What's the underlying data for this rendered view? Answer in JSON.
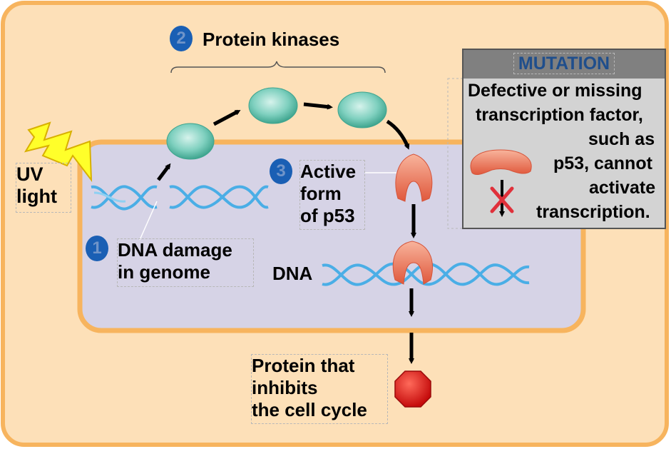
{
  "labels": {
    "uv_light_line1": "UV",
    "uv_light_line2": "light",
    "step1_number": "1",
    "step1_line1": "DNA damage",
    "step1_line2": "in genome",
    "step2_number": "2",
    "step2_label": "Protein kinases",
    "step3_number": "3",
    "step3_line1": "Active",
    "step3_line2": "form",
    "step3_line3": "of p53",
    "dna_label": "DNA",
    "output_line1": "Protein that",
    "output_line2": "inhibits",
    "output_line3": "the cell cycle"
  },
  "mutation_panel": {
    "title": "MUTATION",
    "line1": "Defective or missing",
    "line2": "transcription factor,",
    "line3": "such as",
    "line4": "p53, cannot",
    "line5": "activate",
    "line6": "transcription."
  },
  "colors": {
    "cytoplasm": "#fde0b8",
    "cell_border": "#f7b45e",
    "nucleus": "#d6d3e6",
    "dna_helix": "#4aaee6",
    "kinase": "#7fd0bf",
    "p53": "#f08a6c",
    "inhibitor_protein": "#e02020",
    "lightning": "#ffff2a",
    "step_badge": "#1a5fb4"
  }
}
